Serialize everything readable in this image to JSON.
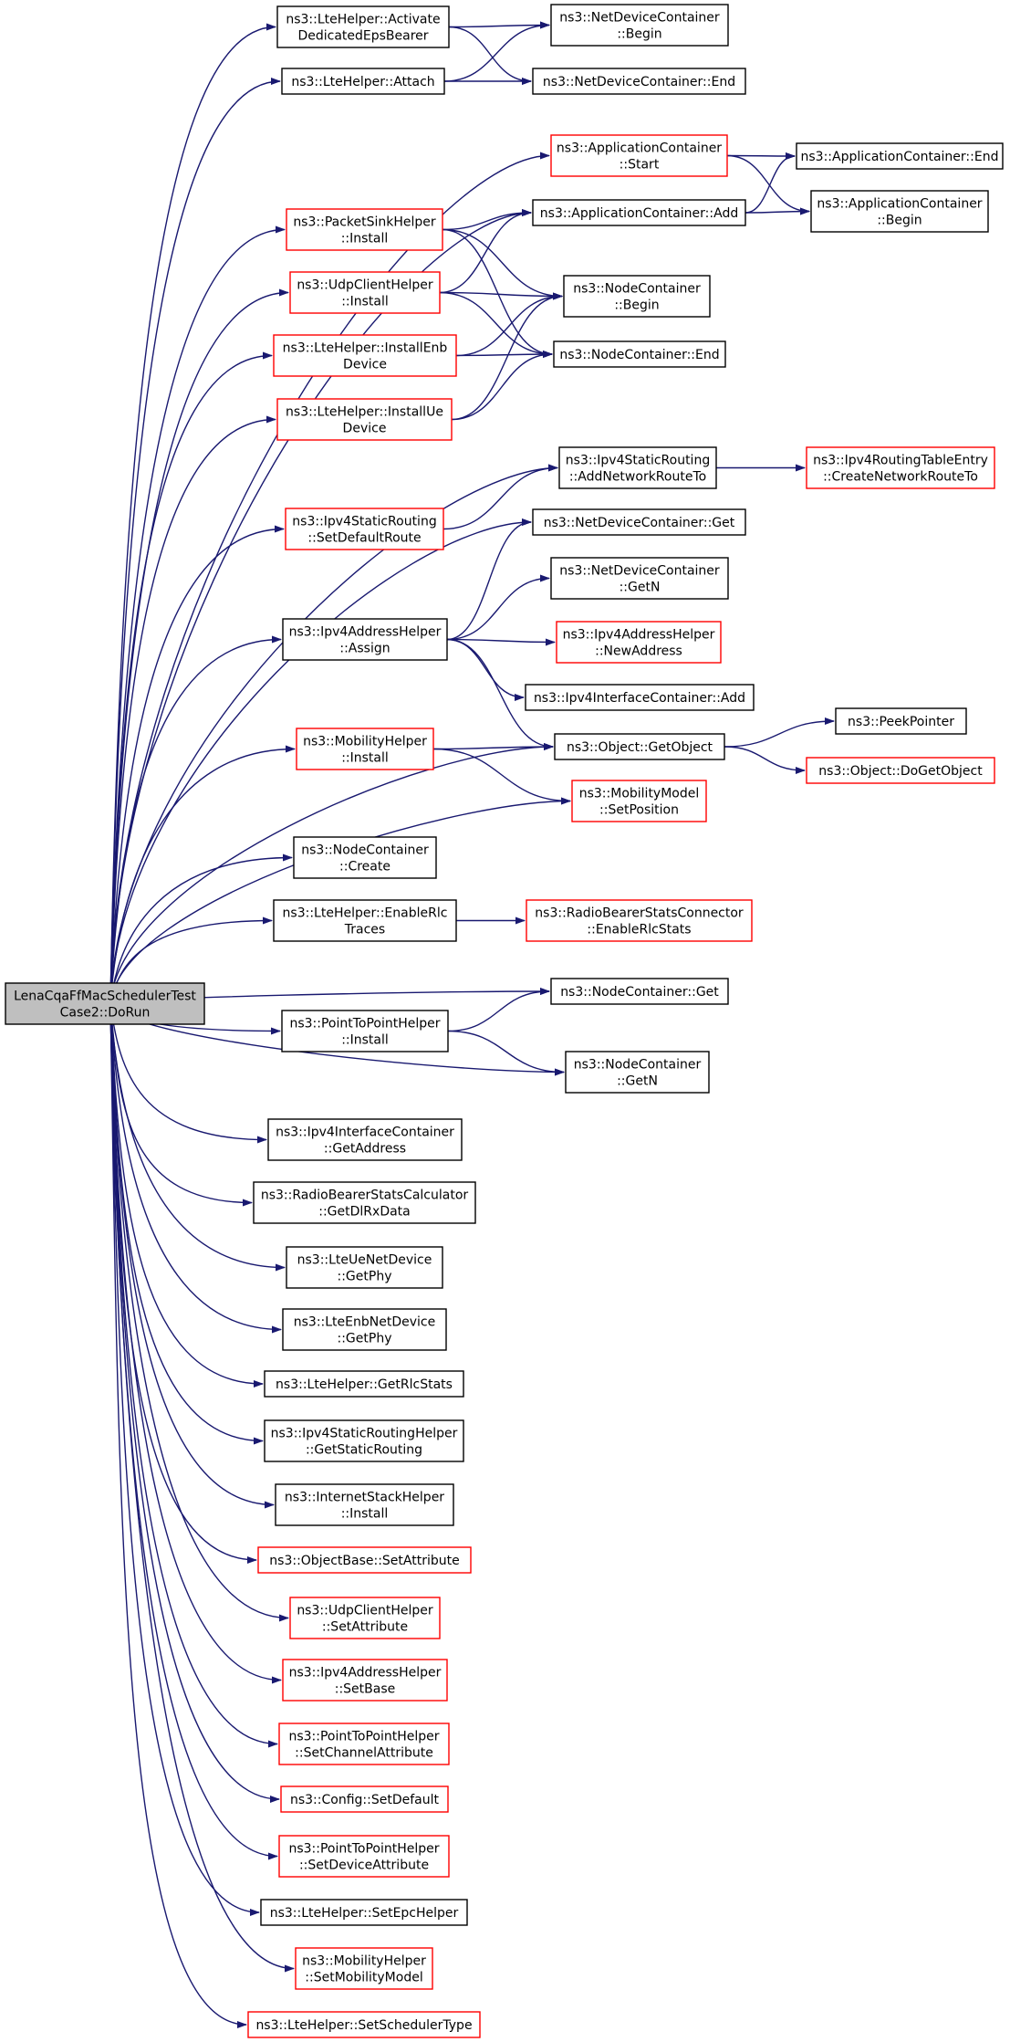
{
  "diagram": {
    "root": {
      "id": "root",
      "lines": [
        "LenaCqaFfMacSchedulerTest",
        "Case2::DoRun"
      ]
    },
    "nodes": [
      {
        "id": "lte_activate",
        "lines": [
          "ns3::LteHelper::Activate",
          "DedicatedEpsBearer"
        ],
        "border": "black"
      },
      {
        "id": "ndc_begin",
        "lines": [
          "ns3::NetDeviceContainer",
          "::Begin"
        ],
        "border": "black"
      },
      {
        "id": "lte_attach",
        "lines": [
          "ns3::LteHelper::Attach"
        ],
        "border": "black"
      },
      {
        "id": "ndc_end",
        "lines": [
          "ns3::NetDeviceContainer::End"
        ],
        "border": "black"
      },
      {
        "id": "app_start",
        "lines": [
          "ns3::ApplicationContainer",
          "::Start"
        ],
        "border": "red"
      },
      {
        "id": "app_end",
        "lines": [
          "ns3::ApplicationContainer::End"
        ],
        "border": "black"
      },
      {
        "id": "app_add",
        "lines": [
          "ns3::ApplicationContainer::Add"
        ],
        "border": "black"
      },
      {
        "id": "app_begin",
        "lines": [
          "ns3::ApplicationContainer",
          "::Begin"
        ],
        "border": "black"
      },
      {
        "id": "psink_install",
        "lines": [
          "ns3::PacketSinkHelper",
          "::Install"
        ],
        "border": "red"
      },
      {
        "id": "udpc_install",
        "lines": [
          "ns3::UdpClientHelper",
          "::Install"
        ],
        "border": "red"
      },
      {
        "id": "nc_begin",
        "lines": [
          "ns3::NodeContainer",
          "::Begin"
        ],
        "border": "black"
      },
      {
        "id": "lte_enb",
        "lines": [
          "ns3::LteHelper::InstallEnb",
          "Device"
        ],
        "border": "red"
      },
      {
        "id": "nc_end",
        "lines": [
          "ns3::NodeContainer::End"
        ],
        "border": "black"
      },
      {
        "id": "lte_ue",
        "lines": [
          "ns3::LteHelper::InstallUe",
          "Device"
        ],
        "border": "red"
      },
      {
        "id": "sr_addnet",
        "lines": [
          "ns3::Ipv4StaticRouting",
          "::AddNetworkRouteTo"
        ],
        "border": "black"
      },
      {
        "id": "rte_create",
        "lines": [
          "ns3::Ipv4RoutingTableEntry",
          "::CreateNetworkRouteTo"
        ],
        "border": "red"
      },
      {
        "id": "sr_default",
        "lines": [
          "ns3::Ipv4StaticRouting",
          "::SetDefaultRoute"
        ],
        "border": "red"
      },
      {
        "id": "ndc_get",
        "lines": [
          "ns3::NetDeviceContainer::Get"
        ],
        "border": "black"
      },
      {
        "id": "ndc_getn",
        "lines": [
          "ns3::NetDeviceContainer",
          "::GetN"
        ],
        "border": "black"
      },
      {
        "id": "ipv4ah_assign",
        "lines": [
          "ns3::Ipv4AddressHelper",
          "::Assign"
        ],
        "border": "black"
      },
      {
        "id": "ipv4ah_newaddr",
        "lines": [
          "ns3::Ipv4AddressHelper",
          "::NewAddress"
        ],
        "border": "red"
      },
      {
        "id": "ipv4ic_add",
        "lines": [
          "ns3::Ipv4InterfaceContainer::Add"
        ],
        "border": "black"
      },
      {
        "id": "peek",
        "lines": [
          "ns3::PeekPointer"
        ],
        "border": "black"
      },
      {
        "id": "mob_install",
        "lines": [
          "ns3::MobilityHelper",
          "::Install"
        ],
        "border": "red"
      },
      {
        "id": "obj_getobject",
        "lines": [
          "ns3::Object::GetObject"
        ],
        "border": "black"
      },
      {
        "id": "obj_dogetobject",
        "lines": [
          "ns3::Object::DoGetObject"
        ],
        "border": "red"
      },
      {
        "id": "mm_setpos",
        "lines": [
          "ns3::MobilityModel",
          "::SetPosition"
        ],
        "border": "red"
      },
      {
        "id": "nc_create",
        "lines": [
          "ns3::NodeContainer",
          "::Create"
        ],
        "border": "black"
      },
      {
        "id": "lte_rlctraces",
        "lines": [
          "ns3::LteHelper::EnableRlc",
          "Traces"
        ],
        "border": "black"
      },
      {
        "id": "rbsc_enable",
        "lines": [
          "ns3::RadioBearerStatsConnector",
          "::EnableRlcStats"
        ],
        "border": "red"
      },
      {
        "id": "nc_get",
        "lines": [
          "ns3::NodeContainer::Get"
        ],
        "border": "black"
      },
      {
        "id": "p2p_install",
        "lines": [
          "ns3::PointToPointHelper",
          "::Install"
        ],
        "border": "black"
      },
      {
        "id": "nc_getn",
        "lines": [
          "ns3::NodeContainer",
          "::GetN"
        ],
        "border": "black"
      },
      {
        "id": "ipv4ic_getaddr",
        "lines": [
          "ns3::Ipv4InterfaceContainer",
          "::GetAddress"
        ],
        "border": "black"
      },
      {
        "id": "rbscalc_getdl",
        "lines": [
          "ns3::RadioBearerStatsCalculator",
          "::GetDlRxData"
        ],
        "border": "black"
      },
      {
        "id": "ue_getphy",
        "lines": [
          "ns3::LteUeNetDevice",
          "::GetPhy"
        ],
        "border": "black"
      },
      {
        "id": "enb_getphy",
        "lines": [
          "ns3::LteEnbNetDevice",
          "::GetPhy"
        ],
        "border": "black"
      },
      {
        "id": "lte_getrlc",
        "lines": [
          "ns3::LteHelper::GetRlcStats"
        ],
        "border": "black"
      },
      {
        "id": "srh_get",
        "lines": [
          "ns3::Ipv4StaticRoutingHelper",
          "::GetStaticRouting"
        ],
        "border": "black"
      },
      {
        "id": "ish_install",
        "lines": [
          "ns3::InternetStackHelper",
          "::Install"
        ],
        "border": "black"
      },
      {
        "id": "ob_setattr",
        "lines": [
          "ns3::ObjectBase::SetAttribute"
        ],
        "border": "red"
      },
      {
        "id": "udpc_setattr",
        "lines": [
          "ns3::UdpClientHelper",
          "::SetAttribute"
        ],
        "border": "red"
      },
      {
        "id": "ipv4ah_setbase",
        "lines": [
          "ns3::Ipv4AddressHelper",
          "::SetBase"
        ],
        "border": "red"
      },
      {
        "id": "p2p_setchan",
        "lines": [
          "ns3::PointToPointHelper",
          "::SetChannelAttribute"
        ],
        "border": "red"
      },
      {
        "id": "cfg_setdefault",
        "lines": [
          "ns3::Config::SetDefault"
        ],
        "border": "red"
      },
      {
        "id": "p2p_setdev",
        "lines": [
          "ns3::PointToPointHelper",
          "::SetDeviceAttribute"
        ],
        "border": "red"
      },
      {
        "id": "lte_setepc",
        "lines": [
          "ns3::LteHelper::SetEpcHelper"
        ],
        "border": "black"
      },
      {
        "id": "mob_setmodel",
        "lines": [
          "ns3::MobilityHelper",
          "::SetMobilityModel"
        ],
        "border": "red"
      },
      {
        "id": "lte_setsched",
        "lines": [
          "ns3::LteHelper::SetSchedulerType"
        ],
        "border": "red"
      }
    ],
    "edges": [
      [
        "root",
        "lte_activate"
      ],
      [
        "root",
        "lte_attach"
      ],
      [
        "root",
        "app_start"
      ],
      [
        "root",
        "app_add"
      ],
      [
        "root",
        "psink_install"
      ],
      [
        "root",
        "udpc_install"
      ],
      [
        "root",
        "lte_enb"
      ],
      [
        "root",
        "lte_ue"
      ],
      [
        "root",
        "sr_addnet"
      ],
      [
        "root",
        "sr_default"
      ],
      [
        "root",
        "ndc_get"
      ],
      [
        "root",
        "ipv4ah_assign"
      ],
      [
        "root",
        "obj_getobject"
      ],
      [
        "root",
        "mob_install"
      ],
      [
        "root",
        "mm_setpos"
      ],
      [
        "root",
        "nc_create"
      ],
      [
        "root",
        "lte_rlctraces"
      ],
      [
        "root",
        "nc_get"
      ],
      [
        "root",
        "p2p_install"
      ],
      [
        "root",
        "nc_getn"
      ],
      [
        "root",
        "ipv4ic_getaddr"
      ],
      [
        "root",
        "rbscalc_getdl"
      ],
      [
        "root",
        "ue_getphy"
      ],
      [
        "root",
        "enb_getphy"
      ],
      [
        "root",
        "lte_getrlc"
      ],
      [
        "root",
        "srh_get"
      ],
      [
        "root",
        "ish_install"
      ],
      [
        "root",
        "ob_setattr"
      ],
      [
        "root",
        "udpc_setattr"
      ],
      [
        "root",
        "ipv4ah_setbase"
      ],
      [
        "root",
        "p2p_setchan"
      ],
      [
        "root",
        "cfg_setdefault"
      ],
      [
        "root",
        "p2p_setdev"
      ],
      [
        "root",
        "lte_setepc"
      ],
      [
        "root",
        "mob_setmodel"
      ],
      [
        "root",
        "lte_setsched"
      ],
      [
        "lte_activate",
        "ndc_begin"
      ],
      [
        "lte_activate",
        "ndc_end"
      ],
      [
        "lte_attach",
        "ndc_begin"
      ],
      [
        "lte_attach",
        "ndc_end"
      ],
      [
        "app_start",
        "app_end"
      ],
      [
        "app_start",
        "app_begin"
      ],
      [
        "app_add",
        "app_end"
      ],
      [
        "app_add",
        "app_begin"
      ],
      [
        "psink_install",
        "app_add"
      ],
      [
        "psink_install",
        "nc_begin"
      ],
      [
        "psink_install",
        "nc_end"
      ],
      [
        "udpc_install",
        "app_add"
      ],
      [
        "udpc_install",
        "nc_begin"
      ],
      [
        "udpc_install",
        "nc_end"
      ],
      [
        "lte_enb",
        "nc_begin"
      ],
      [
        "lte_enb",
        "nc_end"
      ],
      [
        "lte_ue",
        "nc_begin"
      ],
      [
        "lte_ue",
        "nc_end"
      ],
      [
        "sr_addnet",
        "rte_create"
      ],
      [
        "sr_default",
        "sr_addnet"
      ],
      [
        "ipv4ah_assign",
        "ndc_get"
      ],
      [
        "ipv4ah_assign",
        "ndc_getn"
      ],
      [
        "ipv4ah_assign",
        "ipv4ah_newaddr"
      ],
      [
        "ipv4ah_assign",
        "ipv4ic_add"
      ],
      [
        "ipv4ah_assign",
        "obj_getobject"
      ],
      [
        "obj_getobject",
        "peek"
      ],
      [
        "obj_getobject",
        "obj_dogetobject"
      ],
      [
        "mob_install",
        "obj_getobject"
      ],
      [
        "mob_install",
        "mm_setpos"
      ],
      [
        "lte_rlctraces",
        "rbsc_enable"
      ],
      [
        "p2p_install",
        "nc_get"
      ],
      [
        "p2p_install",
        "nc_getn"
      ]
    ]
  }
}
